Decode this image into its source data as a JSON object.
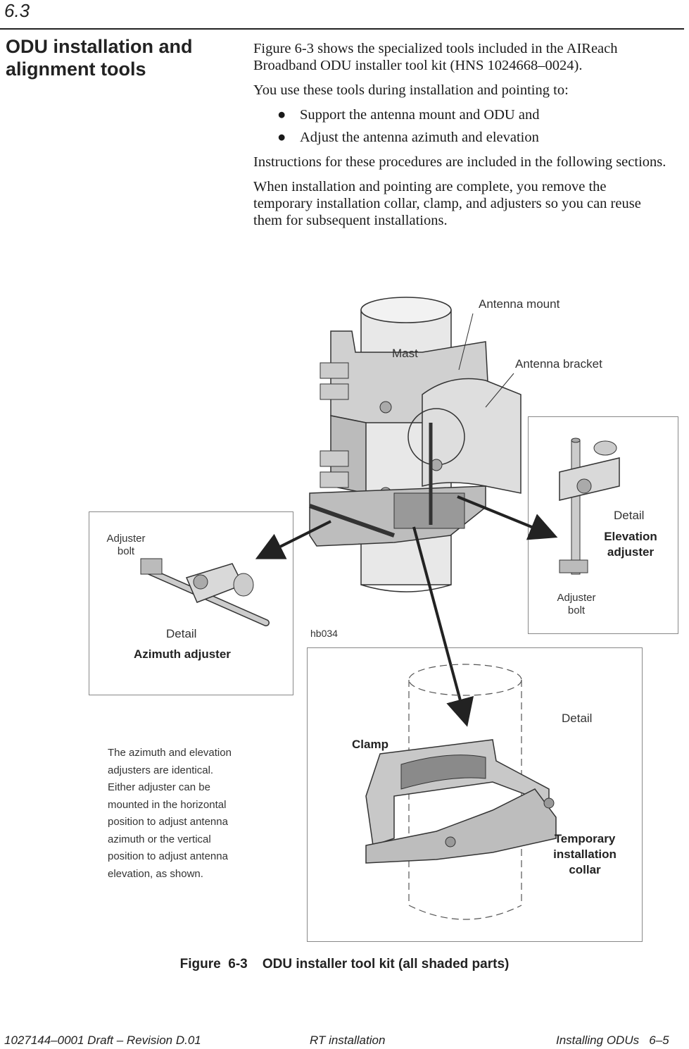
{
  "header": {
    "section_number": "6.3"
  },
  "section": {
    "heading": "ODU installation and alignment tools"
  },
  "body": {
    "paragraph_1": "Figure 6-3 shows the specialized tools included in the AIReach Broadband ODU installer tool kit (HNS 1024668–0024).",
    "paragraph_2": "You use these tools during installation and pointing to:",
    "bullets": [
      "Support the antenna mount and ODU and",
      "Adjust the antenna azimuth and elevation"
    ],
    "paragraph_3": "Instructions for these procedures are included in the following sections.",
    "paragraph_4": "When installation and pointing are complete, you remove the temporary installation collar, clamp, and adjusters so you can reuse them for subsequent installations."
  },
  "figure": {
    "labels": {
      "antenna_mount": "Antenna mount",
      "mast": "Mast",
      "antenna_bracket": "Antenna bracket",
      "elev_detail": "Detail",
      "elev_title_1": "Elevation",
      "elev_title_2": "adjuster",
      "elev_bolt_1": "Adjuster",
      "elev_bolt_2": "bolt",
      "azi_bolt_1": "Adjuster",
      "azi_bolt_2": "bolt",
      "azi_detail": "Detail",
      "azi_title": "Azimuth adjuster",
      "figure_id": "hb034",
      "collar_detail": "Detail",
      "clamp": "Clamp",
      "collar_1": "Temporary",
      "collar_2": "installation",
      "collar_3": "collar"
    },
    "note_lines": [
      "The azimuth and elevation",
      "adjusters are identical.",
      "Either adjuster can be",
      "mounted in the horizontal",
      "position to adjust antenna",
      "azimuth or the vertical",
      "position to adjust antenna",
      "elevation, as shown."
    ],
    "caption": "Figure  6-3    ODU installer tool kit (all shaded parts)"
  },
  "footer": {
    "doc_id": "1027144–0001  Draft – Revision D.01",
    "chapter": "RT installation",
    "page": "Installing ODUs   6–5"
  }
}
